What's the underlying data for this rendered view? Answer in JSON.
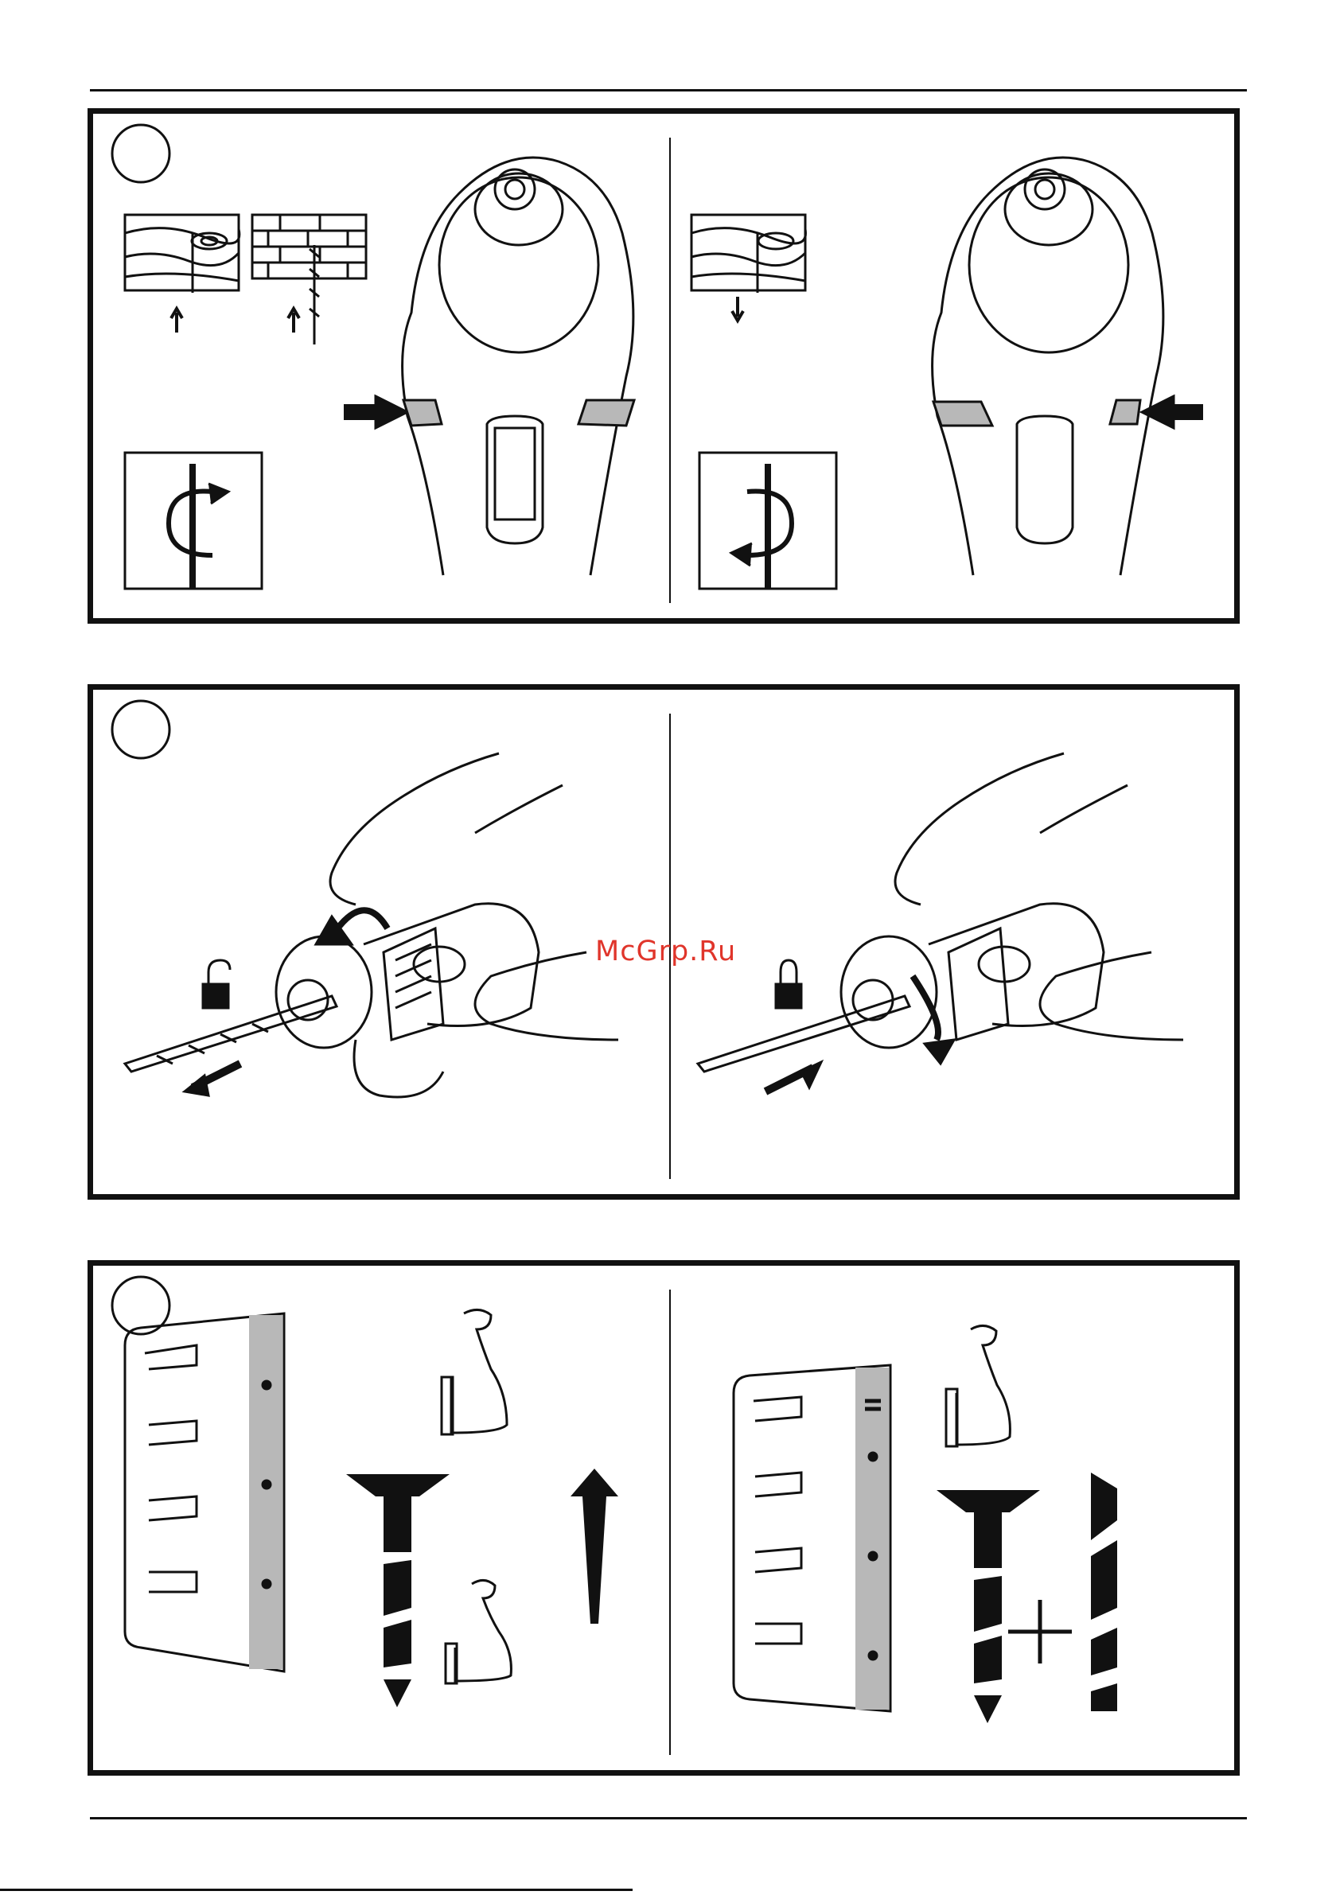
{
  "watermark": {
    "text": "McGrp.Ru"
  },
  "colors": {
    "line": "#111111",
    "grey": "#b8b8b8",
    "watermark": "#e0352b"
  },
  "panels": [
    {
      "id": "direction-switch",
      "icons": [
        "wood-icon",
        "brick-wall-icon",
        "forward-rotation-icon",
        "reverse-rotation-icon",
        "drill-top-view-icon"
      ]
    },
    {
      "id": "chuck-bit-change",
      "icons": [
        "unlock-icon",
        "lock-icon",
        "hand-icon",
        "drill-bit-icon"
      ]
    },
    {
      "id": "torque-selection",
      "icons": [
        "torque-ring-icon",
        "strength-arm-icon",
        "screw-icon",
        "drill-mode-icon"
      ]
    }
  ]
}
